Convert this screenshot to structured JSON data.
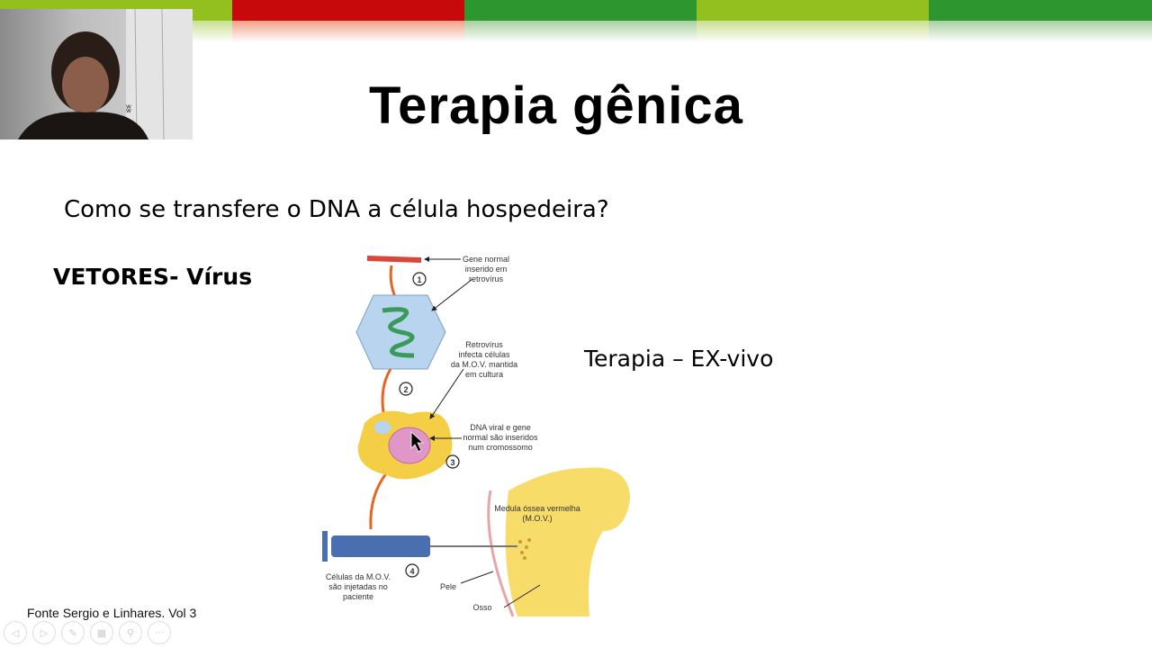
{
  "slide": {
    "title": "Terapia gênica",
    "question": "Como se transfere o DNA a célula hospedeira?",
    "vectors": "VETORES- Vírus",
    "therapy_type": "Terapia – EX-vivo",
    "source": "Fonte Sergio e Linhares. Vol 3"
  },
  "header_colors": [
    "#93c01f",
    "#c8090b",
    "#2e962f",
    "#93c01f",
    "#2e962f"
  ],
  "diagram": {
    "step_numbers": [
      "1",
      "2",
      "3",
      "4"
    ],
    "label1": [
      "Gene normal",
      "inserido em",
      "retrovírus"
    ],
    "label2": [
      "Retrovírus",
      "infecta células",
      "da M.O.V. mantida",
      "em cultura"
    ],
    "label3": [
      "DNA viral e gene",
      "normal são inseridos",
      "num cromossomo"
    ],
    "label4": [
      "Células da M.O.V.",
      "são injetadas no",
      "paciente"
    ],
    "marrow": [
      "Medula óssea vermelha",
      "(M.O.V.)"
    ],
    "skin": "Pele",
    "bone": "Osso"
  },
  "nav_icons": [
    "previous-icon",
    "next-icon",
    "pen-icon",
    "slides-icon",
    "zoom-icon",
    "more-icon"
  ]
}
